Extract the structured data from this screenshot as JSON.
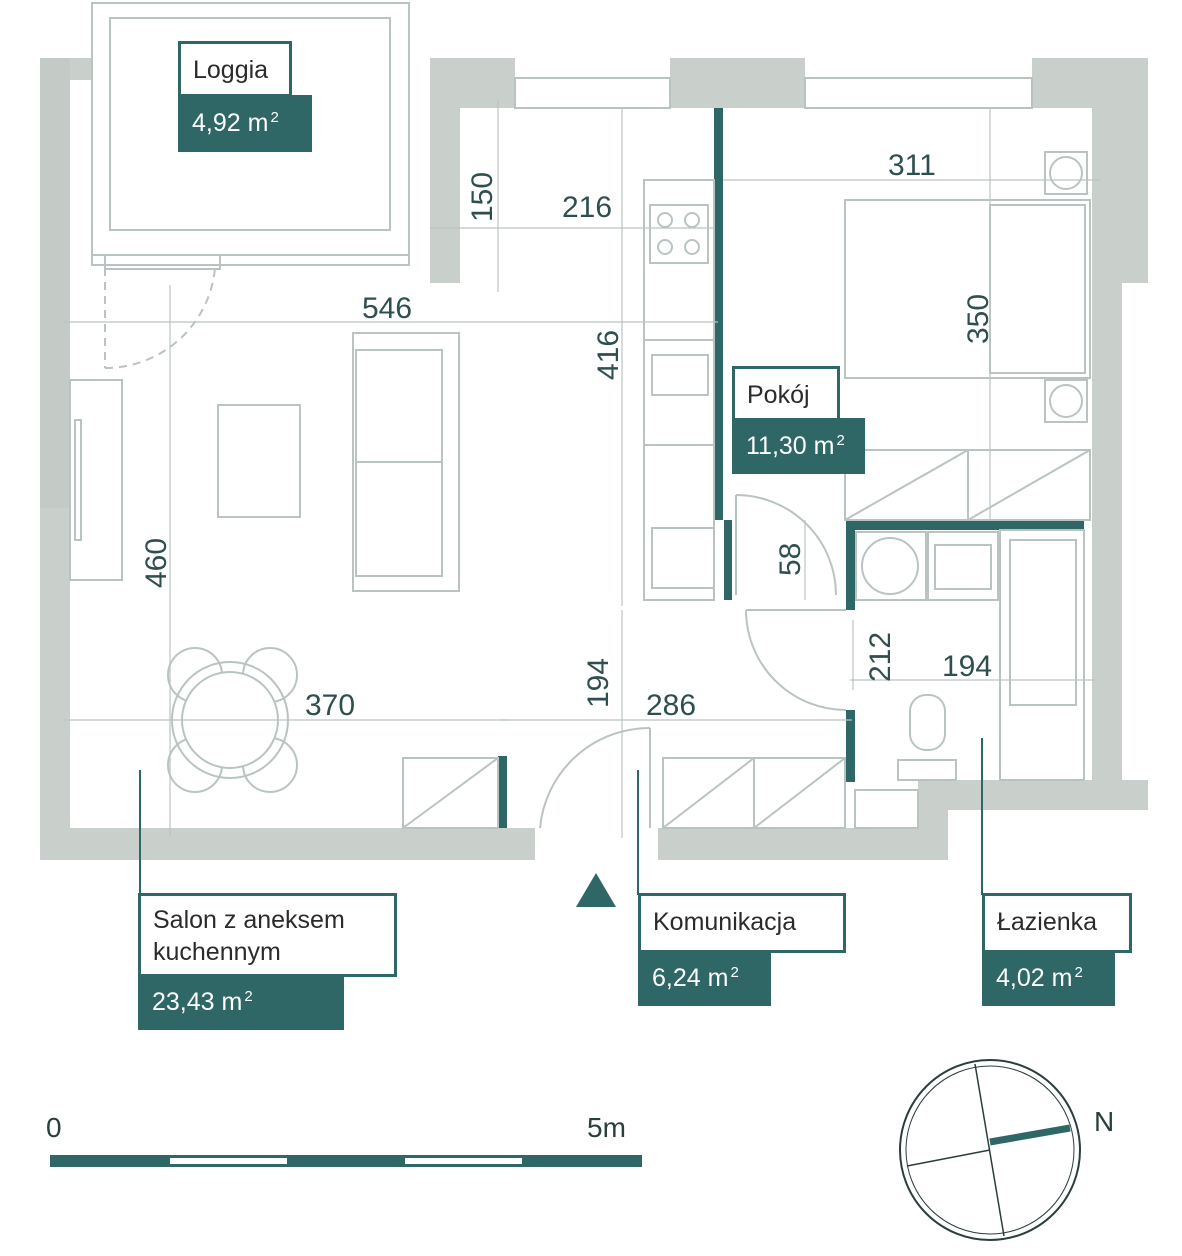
{
  "rooms": {
    "loggia": {
      "name": "Loggia",
      "area": "4,92 m",
      "unit_sup": "2"
    },
    "pokoj": {
      "name": "Pokój",
      "area": "11,30 m",
      "unit_sup": "2"
    },
    "salon": {
      "name_line1": "Salon z aneksem",
      "name_line2": "kuchennym",
      "area": "23,43 m",
      "unit_sup": "2"
    },
    "komunikacja": {
      "name": "Komunikacja",
      "area": "6,24 m",
      "unit_sup": "2"
    },
    "lazienka": {
      "name": "Łazienka",
      "area": "4,02 m",
      "unit_sup": "2"
    }
  },
  "dimensions": {
    "d311": "311",
    "d150": "150",
    "d216": "216",
    "d350": "350",
    "d546": "546",
    "d416": "416",
    "d58": "58",
    "d460": "460",
    "d212": "212",
    "d194a": "194",
    "d194b": "194",
    "d370": "370",
    "d286": "286"
  },
  "scale": {
    "start": "0",
    "end": "5m"
  },
  "compass": {
    "north": "N"
  },
  "colors": {
    "accent": "#2e6766",
    "wall": "#c9cfcb",
    "line": "#b9c4c0"
  }
}
